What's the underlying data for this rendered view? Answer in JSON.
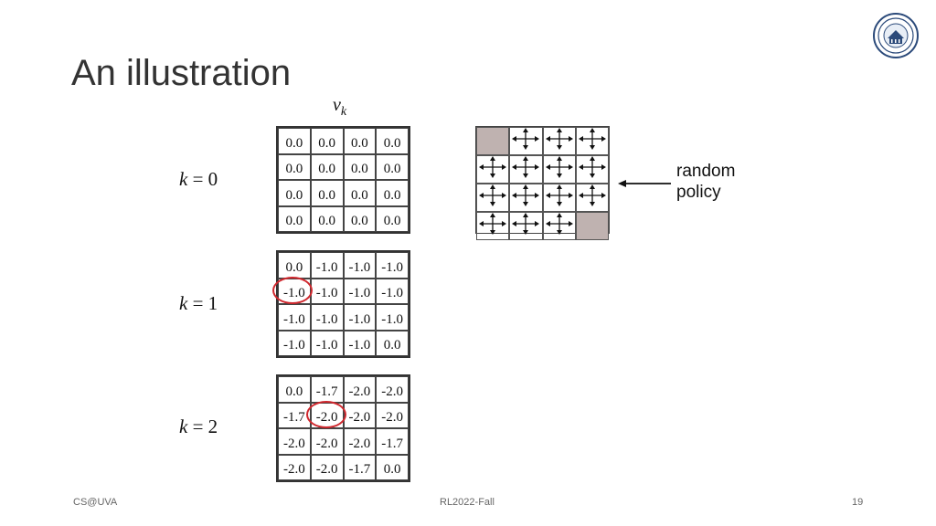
{
  "slide": {
    "title": "An illustration",
    "vk_label": "v",
    "vk_sub": "k"
  },
  "iterations": [
    {
      "k_label": "k = 0",
      "k_var": "k",
      "k_rest": " = 0",
      "values": [
        [
          "0.0",
          "0.0",
          "0.0",
          "0.0"
        ],
        [
          "0.0",
          "0.0",
          "0.0",
          "0.0"
        ],
        [
          "0.0",
          "0.0",
          "0.0",
          "0.0"
        ],
        [
          "0.0",
          "0.0",
          "0.0",
          "0.0"
        ]
      ]
    },
    {
      "k_label": "k = 1",
      "k_var": "k",
      "k_rest": " = 1",
      "values": [
        [
          "0.0",
          "-1.0",
          "-1.0",
          "-1.0"
        ],
        [
          "-1.0",
          "-1.0",
          "-1.0",
          "-1.0"
        ],
        [
          "-1.0",
          "-1.0",
          "-1.0",
          "-1.0"
        ],
        [
          "-1.0",
          "-1.0",
          "-1.0",
          "0.0"
        ]
      ]
    },
    {
      "k_label": "k = 2",
      "k_var": "k",
      "k_rest": " = 2",
      "values": [
        [
          "0.0",
          "-1.7",
          "-2.0",
          "-2.0"
        ],
        [
          "-1.7",
          "-2.0",
          "-2.0",
          "-2.0"
        ],
        [
          "-2.0",
          "-2.0",
          "-2.0",
          "-1.7"
        ],
        [
          "-2.0",
          "-2.0",
          "-1.7",
          "0.0"
        ]
      ]
    }
  ],
  "highlight": {
    "circle_color": "#d0282e",
    "k1_cell": [
      1,
      0
    ],
    "k2_cell": [
      1,
      1
    ]
  },
  "policy": {
    "label_line1": "random",
    "label_line2": "policy",
    "terminal_color": "#bfb2b0",
    "terminals": [
      [
        0,
        0
      ],
      [
        3,
        3
      ]
    ],
    "arrow_icon": "four-way-arrow-icon"
  },
  "footer": {
    "left": "CS@UVA",
    "center": "RL2022-Fall",
    "right": "19"
  },
  "logo": {
    "icon": "university-seal-icon",
    "color": "#2b4a7a"
  }
}
